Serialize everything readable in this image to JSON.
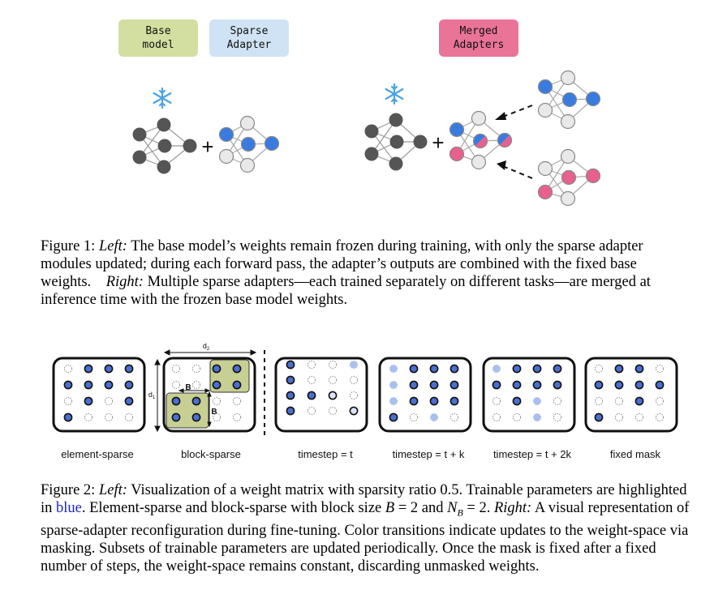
{
  "figure1": {
    "legend": {
      "base_model": "Base\nmodel",
      "sparse_adapter": "Sparse\nAdapter",
      "merged_adapters": "Merged\nAdapters"
    },
    "colors": {
      "base_model_box": "#d3dfa0",
      "sparse_adapter_box": "#cfe3f4",
      "merged_adapters_box": "#ea7498",
      "base_node": "#555555",
      "adapter_node": "#3a7be0",
      "merged_node": "#e8608f",
      "inactive_node": "#e9e9e9"
    },
    "plus_left": "+",
    "plus_right": "+",
    "caption": {
      "label": "Figure 1:",
      "left_tag": "Left:",
      "left_text": "The base model’s weights remain frozen during training, with only the sparse adapter modules updated; during each forward pass, the adapter’s outputs are combined with the fixed base weights.",
      "right_tag": "Right:",
      "right_text": "Multiple sparse adapters—each trained separately on different tasks—are merged at inference time with the frozen base model weights."
    }
  },
  "figure2": {
    "dim_labels": {
      "d2": "d",
      "d2_sub": "2",
      "d1": "d",
      "d1_sub": "1",
      "block_top": "B",
      "block_side": "B"
    },
    "panel_labels": [
      "element-sparse",
      "block-sparse",
      "timestep = t",
      "timestep = t + k",
      "timestep = t + 2k",
      "fixed mask"
    ],
    "colors": {
      "trainable": "#4a6fd0",
      "light_trainable": "#a9c0ee",
      "block_highlight": "#c8cf93",
      "frame": "#111111"
    },
    "caption": {
      "p1": "Figure 2:",
      "left_tag": "Left:",
      "p2": "Visualization of a weight matrix with sparsity ratio 0.5. Trainable parameters are highlighted in",
      "blue_word": "blue",
      "p3": ". Element-sparse and block-sparse with block size",
      "b_sym": "B",
      "eq1": " = 2 and",
      "nb_sym": "N",
      "nb_sub": "B",
      "eq2": " = 2.",
      "right_tag": "Right:",
      "p4": "A visual representation of sparse-adapter reconfiguration during fine-tuning. Color transitions indicate updates to the weight-space via masking. Subsets of trainable parameters are updated periodically. Once the mask is fixed after a fixed number of steps, the weight-space remains constant, discarding unmasked weights."
    }
  }
}
